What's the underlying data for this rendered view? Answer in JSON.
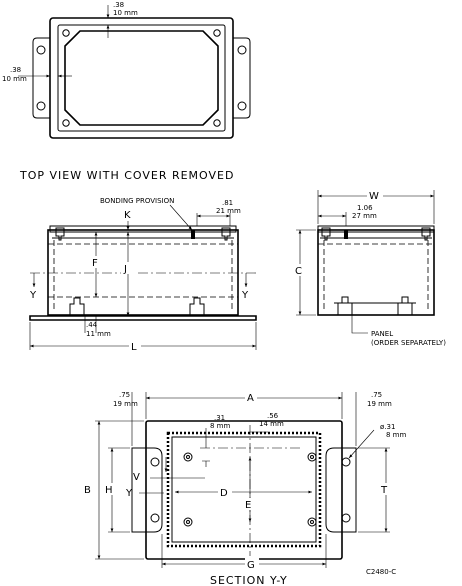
{
  "top_view": {
    "dim_top_in": ".38",
    "dim_top_mm": "10 mm",
    "dim_left_in": ".38",
    "dim_left_mm": "10 mm",
    "caption": "TOP VIEW WITH COVER REMOVED"
  },
  "front_view": {
    "bonding": "BONDING PROVISION",
    "dim_81_in": ".81",
    "dim_81_mm": "21 mm",
    "label_k": "K",
    "label_f": "F",
    "label_j": "J",
    "label_y_left": "Y",
    "label_y_right": "Y",
    "dim_44_in": ".44",
    "dim_44_mm": "11 mm",
    "label_l": "L"
  },
  "side_view": {
    "label_w": "W",
    "dim_106_in": "1.06",
    "dim_106_mm": "27 mm",
    "label_c": "C",
    "panel_1": "PANEL",
    "panel_2": "(ORDER SEPARATELY)"
  },
  "section_view": {
    "dim_l75_in": ".75",
    "dim_l75_mm": "19 mm",
    "label_a": "A",
    "dim_r75_in": ".75",
    "dim_r75_mm": "19 mm",
    "dim_31_in": ".31",
    "dim_31_mm": "8 mm",
    "dim_56_in": ".56",
    "dim_56_mm": "14 mm",
    "dim_dia_in": "ø.31",
    "dim_dia_mm": "8 mm",
    "label_b": "B",
    "label_h": "H",
    "label_v": "V",
    "label_y": "Y",
    "label_d": "D",
    "label_e": "E",
    "label_t": "T",
    "label_g": "G",
    "code": "C2480-C",
    "caption": "SECTION Y-Y"
  }
}
